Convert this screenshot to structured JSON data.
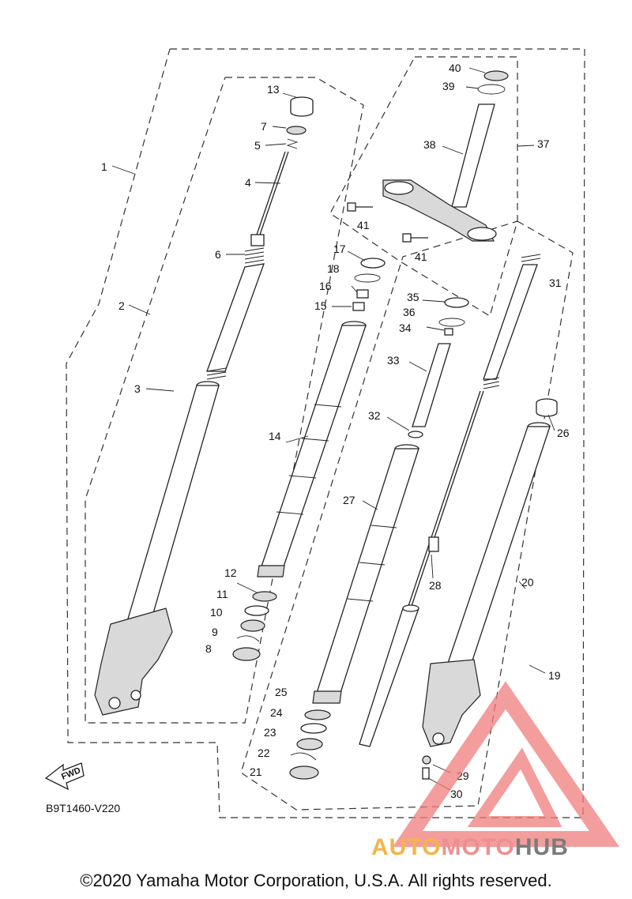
{
  "diagram": {
    "code": "B9T1460-V220",
    "fwd_label": "FWD",
    "copyright": "©2020 Yamaha Motor Corporation, U.S.A. All rights reserved.",
    "watermark": {
      "part1": "AUTO",
      "part2": "MOTO",
      "part3": "HUB"
    },
    "callouts": {
      "c1": "1",
      "c2": "2",
      "c3": "3",
      "c4": "4",
      "c5": "5",
      "c6": "6",
      "c7": "7",
      "c8": "8",
      "c9": "9",
      "c10": "10",
      "c11": "11",
      "c12": "12",
      "c13": "13",
      "c14": "14",
      "c15": "15",
      "c16": "16",
      "c17": "17",
      "c18": "18",
      "c19": "19",
      "c20": "20",
      "c21": "21",
      "c22": "22",
      "c23": "23",
      "c24": "24",
      "c25": "25",
      "c26": "26",
      "c27": "27",
      "c28": "28",
      "c29": "29",
      "c30": "30",
      "c31": "31",
      "c32": "32",
      "c33": "33",
      "c34": "34",
      "c35": "35",
      "c36": "36",
      "c37": "37",
      "c38": "38",
      "c39": "39",
      "c40": "40",
      "c41a": "41",
      "c41b": "41"
    }
  }
}
